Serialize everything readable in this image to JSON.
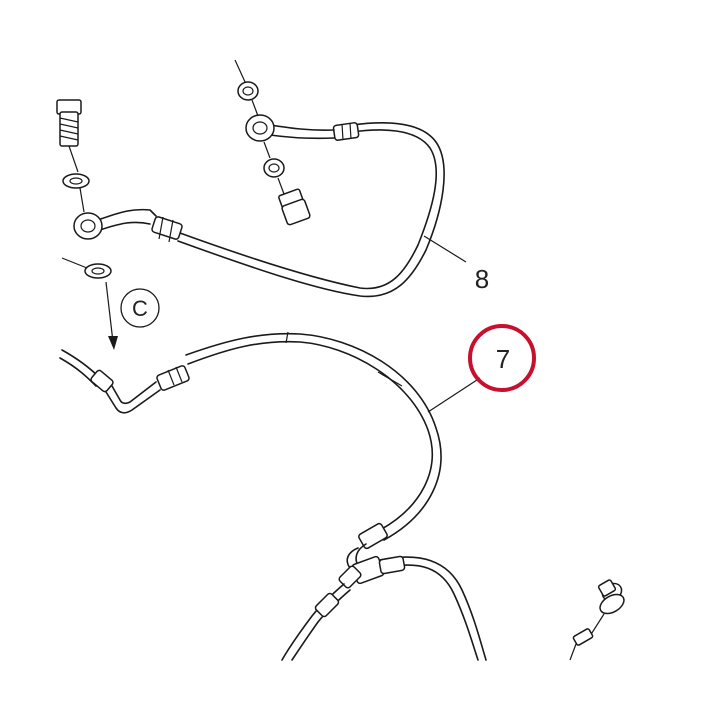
{
  "callouts": {
    "hose_8": "8",
    "hose_7": "7",
    "direction_c": "C"
  },
  "highlight": {
    "target": "7",
    "color": "#c8102e"
  },
  "colors": {
    "ink": "#1a1a1a",
    "paper": "#ffffff"
  }
}
